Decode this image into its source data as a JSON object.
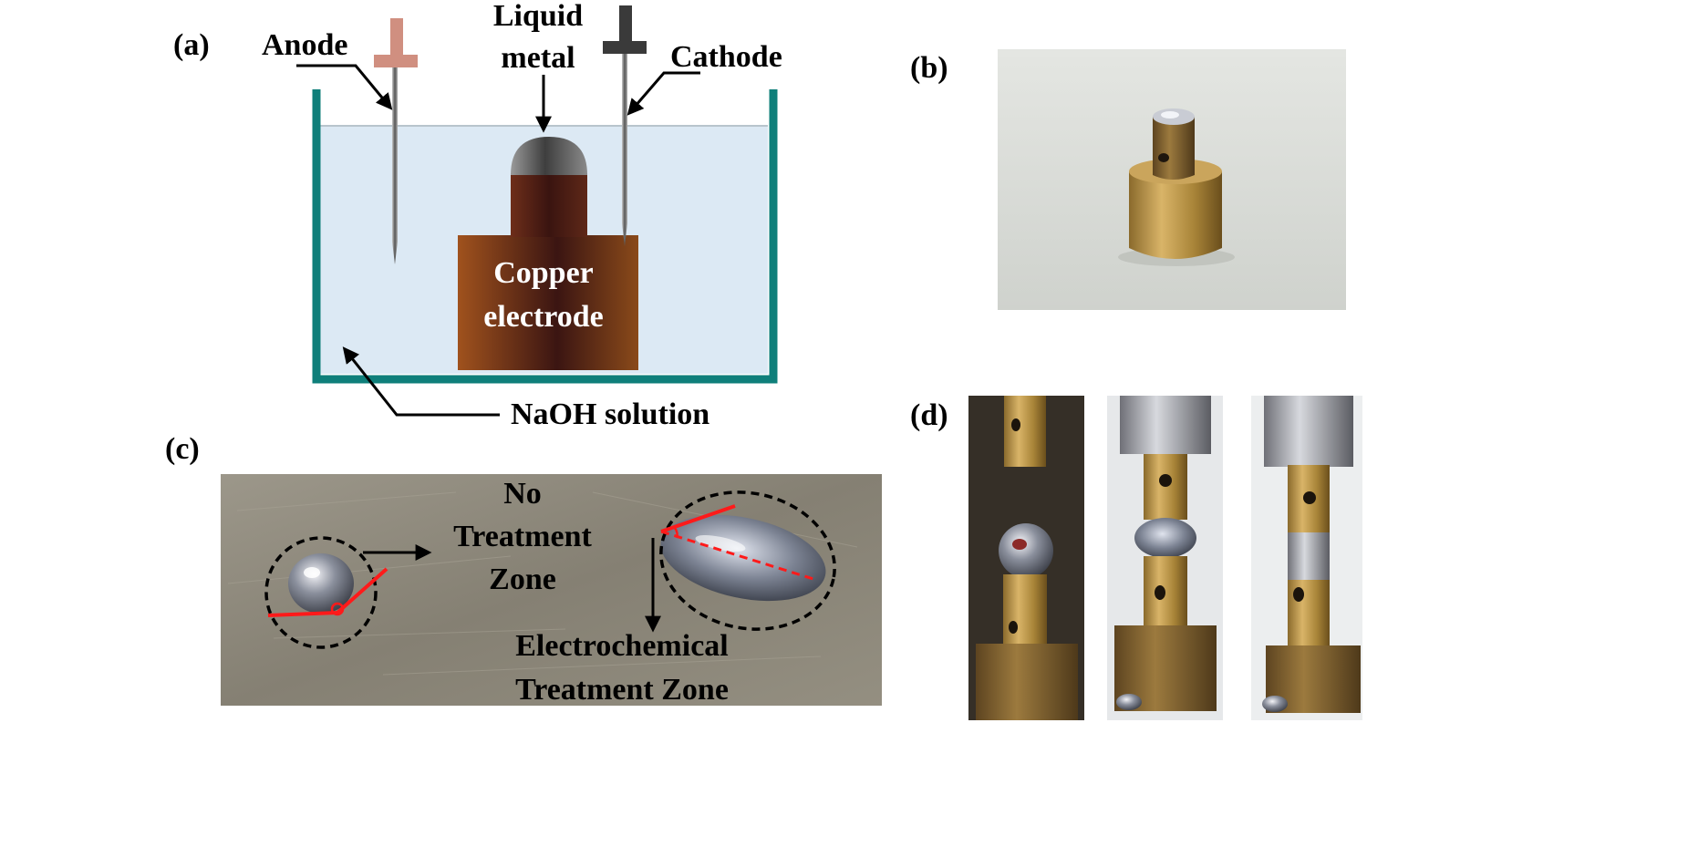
{
  "panels": {
    "a": {
      "tag": "(a)",
      "anode": "Anode",
      "liquid_metal_line1": "Liquid",
      "liquid_metal_line2": "metal",
      "cathode": "Cathode",
      "copper_line1": "Copper",
      "copper_line2": "electrode",
      "solution": "NaOH solution"
    },
    "b": {
      "tag": "(b)"
    },
    "c": {
      "tag": "(c)",
      "no_treatment_line1": "No",
      "no_treatment_line2": "Treatment",
      "no_treatment_line3": "Zone",
      "electro_line1": "Electrochemical",
      "electro_line2": "Treatment Zone"
    },
    "d": {
      "tag": "(d)"
    }
  },
  "colors": {
    "tank": "#0f7f7a",
    "solution": "#dce9f4",
    "anode_head": "#d08f80",
    "cathode_head": "#3a3a3a",
    "copper_light": "#a0521d",
    "copper_dark": "#3b1512",
    "contact_line": "#ff1a1a",
    "brass": "#b99045",
    "plate": "#8d8879"
  }
}
